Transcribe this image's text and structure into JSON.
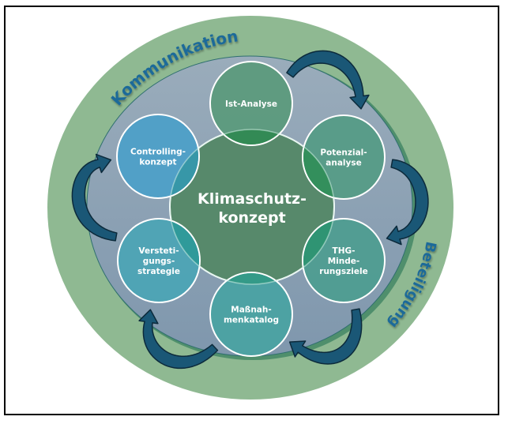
{
  "diagram": {
    "center": {
      "lines": [
        "Klimaschutz-",
        "konzept"
      ]
    },
    "outer_ring_labels": {
      "top_left": "Kommunikation",
      "right": "Beteiligung"
    },
    "nodes": [
      {
        "id": "ist-analyse",
        "lines": [
          "Ist-Analyse"
        ],
        "color": "#5a9a7c"
      },
      {
        "id": "potenzialanalyse",
        "lines": [
          "Potenzial-",
          "analyse"
        ],
        "color": "#559b85"
      },
      {
        "id": "thg-minderungsziele",
        "lines": [
          "THG-",
          "Minde-",
          "rungsziele"
        ],
        "color": "#4e9d90"
      },
      {
        "id": "massnahmenkatalog",
        "lines": [
          "Maßnah-",
          "menkatalog"
        ],
        "color": "#49a3a3"
      },
      {
        "id": "verstetigungsstrategie",
        "lines": [
          "Versteti-",
          "gungs-",
          "strategie"
        ],
        "color": "#4ba5b5"
      },
      {
        "id": "controllingkonzept",
        "lines": [
          "Controlling-",
          "konzept"
        ],
        "color": "#4c9fc8"
      }
    ],
    "colors": {
      "outer_ring": "#8fb992",
      "inner_disc_top": "#9aacbb",
      "inner_disc_bottom": "#7f97ad",
      "inner_shadow": "#4f8f6c",
      "center": "#57896b",
      "arrow_fill": "#1a5776",
      "arrow_stroke": "#0c2a3b",
      "ring_text": "#1f6a99"
    },
    "flow": [
      "ist-analyse",
      "potenzialanalyse",
      "thg-minderungsziele",
      "massnahmenkatalog",
      "verstetigungsstrategie",
      "controllingkonzept",
      "ist-analyse"
    ]
  }
}
